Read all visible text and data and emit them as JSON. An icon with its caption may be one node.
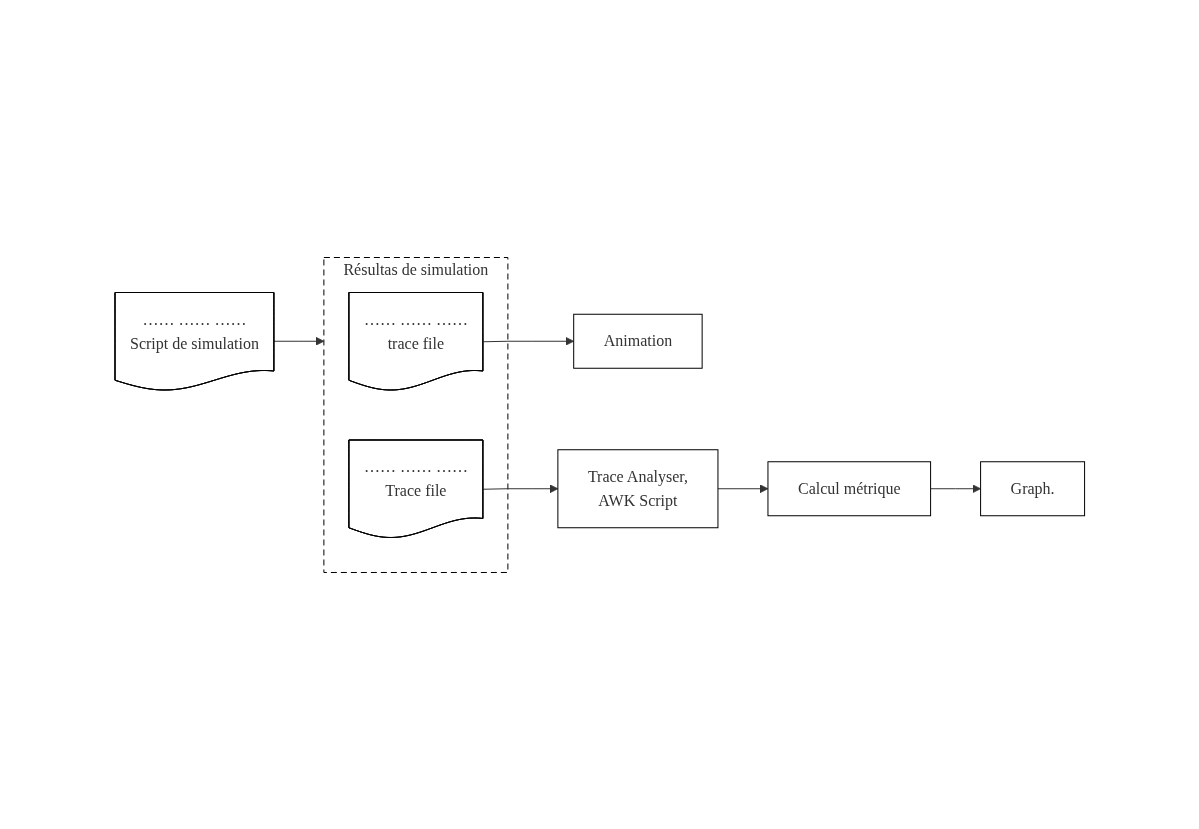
{
  "diagram": {
    "nodes": [
      {
        "text": [
          "…… …… ……",
          "Script de simulation"
        ]
      },
      {
        "text": [
          "Résultas de simulation"
        ]
      },
      {
        "text": [
          "…… …… ……",
          "trace file"
        ],
        "in": 1
      },
      {
        "text": [
          "…… …… ……",
          "Trace file"
        ],
        "in": 1
      },
      {
        "text": [
          "Animation"
        ]
      },
      {
        "text": [
          "Trace Analyser,",
          "AWK Script"
        ]
      },
      {
        "text": [
          "Calcul métrique"
        ]
      },
      {
        "text": [
          "Graph."
        ]
      }
    ],
    "edges": [
      {
        "from": 0,
        "to": 1,
        "arrow": "to"
      },
      {
        "from": 2,
        "to": 4,
        "arrow": "to"
      },
      {
        "from": 3,
        "to": 5,
        "arrow": "to"
      },
      {
        "from": 5,
        "to": 6,
        "arrow": "to"
      },
      {
        "from": 6,
        "to": 7,
        "arrow": "to"
      }
    ]
  }
}
